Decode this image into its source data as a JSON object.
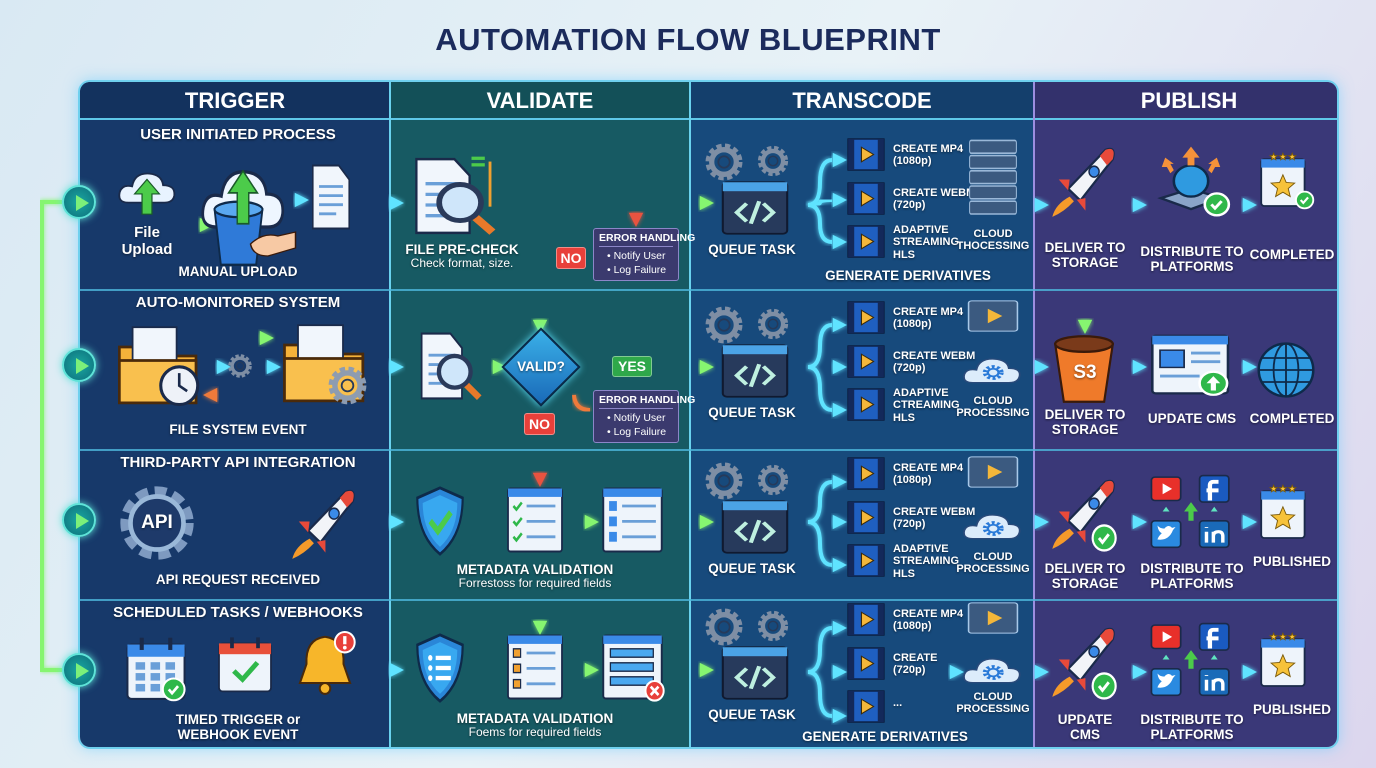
{
  "title": "AUTOMATION FLOW BLUEPRINT",
  "columns": [
    "TRIGGER",
    "VALIDATE",
    "TRANSCODE",
    "PUBLISH"
  ],
  "colors": {
    "trigger": "#17396a",
    "validate": "#175a63",
    "transcode": "#174a7c",
    "publish": "#3a3878",
    "flow_cyan": "#5fe3ff",
    "flow_green": "#86f56f",
    "error_red": "#e8523f",
    "title": "#1b2b5c"
  },
  "trigger": {
    "rows": [
      {
        "heading": "USER INITIATED PROCESS",
        "icon_label": "File\nUpload",
        "caption": "MANUAL UPLOAD"
      },
      {
        "heading": "AUTO-MONITORED SYSTEM",
        "caption": "FILE SYSTEM EVENT"
      },
      {
        "heading": "THIRD-PARTY API INTEGRATION",
        "icon_label": "API",
        "caption": "API REQUEST RECEIVED"
      },
      {
        "heading": "SCHEDULED TASKS / WEBHOOKS",
        "caption": "TIMED TRIGGER or\nWEBHOOK EVENT"
      }
    ]
  },
  "validate": {
    "precheck": {
      "title": "FILE PRE-CHECK",
      "subtitle": "Check format, size."
    },
    "decision": {
      "label": "VALID?",
      "yes": "YES",
      "no": "NO"
    },
    "precheck_no": "NO",
    "error_handling": {
      "title": "ERROR HANDLING",
      "items": [
        "Notify User",
        "Log Failure"
      ]
    },
    "metadata": [
      {
        "title": "METADATA VALIDATION",
        "subtitle": "Forrestoss for required fields"
      },
      {
        "title": "METADATA VALIDATION",
        "subtitle": "Foems for required fields"
      }
    ]
  },
  "transcode": {
    "rows": [
      {
        "queue": "QUEUE TASK",
        "outputs": [
          "CREATE MP4\n(1080p)",
          "CREATE WEBM\n(720p)",
          "ADAPTIVE\nSTREAMING\nHLS"
        ],
        "side_label": "CLOUD\nTHOCESSING",
        "side_icon": "server-rack-icon",
        "footer": "GENERATE DERIVATIVES"
      },
      {
        "queue": "QUEUE TASK",
        "outputs": [
          "CREATE MP4\n(1080p)",
          "CREATE WEBM\n(720p)",
          "ADAPTIVE\nCTREAMING\nHLS"
        ],
        "side_label": "CLOUD\nPROCESSING",
        "side_icon": "cloud-gear-icon"
      },
      {
        "queue": "QUEUE TASK",
        "outputs": [
          "CREATE MP4\n(1080p)",
          "CREATE WEBM\n(720p)",
          "ADAPTIVE\nSTREAMING\nHLS"
        ],
        "side_label": "CLOUD\nPROCESSING",
        "side_icon": "cloud-gear-icon"
      },
      {
        "queue": "QUEUE TASK",
        "outputs": [
          "CREATE MP4\n(1080p)",
          "CREATE\n(720p)",
          "..."
        ],
        "side_label": "CLOUD\nPROCESSING",
        "side_icon": "cloud-gear-icon",
        "footer": "GENERATE DERIVATIVES"
      }
    ]
  },
  "publish": {
    "rows": [
      {
        "steps": [
          "DELIVER TO\nSTORAGE",
          "DISTRIBUTE TO\nPLATFORMS",
          "COMPLETED"
        ]
      },
      {
        "steps": [
          "DELIVER TO\nSTORAGE",
          "UPDATE CMS",
          "COMPLETED"
        ],
        "bucket_label": "S3"
      },
      {
        "steps": [
          "DELIVER TO\nSTORAGE",
          "DISTRIBUTE TO\nPLATFORMS",
          "PUBLISHED"
        ]
      },
      {
        "steps": [
          "UPDATE\nCMS",
          "DISTRIBUTE TO\nPLATFORMS",
          "PUBLISHED"
        ]
      }
    ]
  }
}
